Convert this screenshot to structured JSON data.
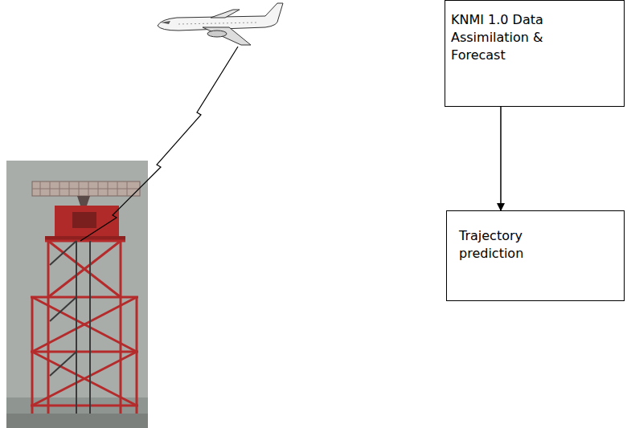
{
  "diagram": {
    "nodes": [
      {
        "text": [
          "KNMI 1.0 Data Assimilation & Forecast"
        ]
      },
      {
        "text": [
          "Trajectory prediction"
        ]
      }
    ],
    "edges": [
      {
        "from": 0,
        "to": 1,
        "arrow": "to"
      }
    ]
  }
}
